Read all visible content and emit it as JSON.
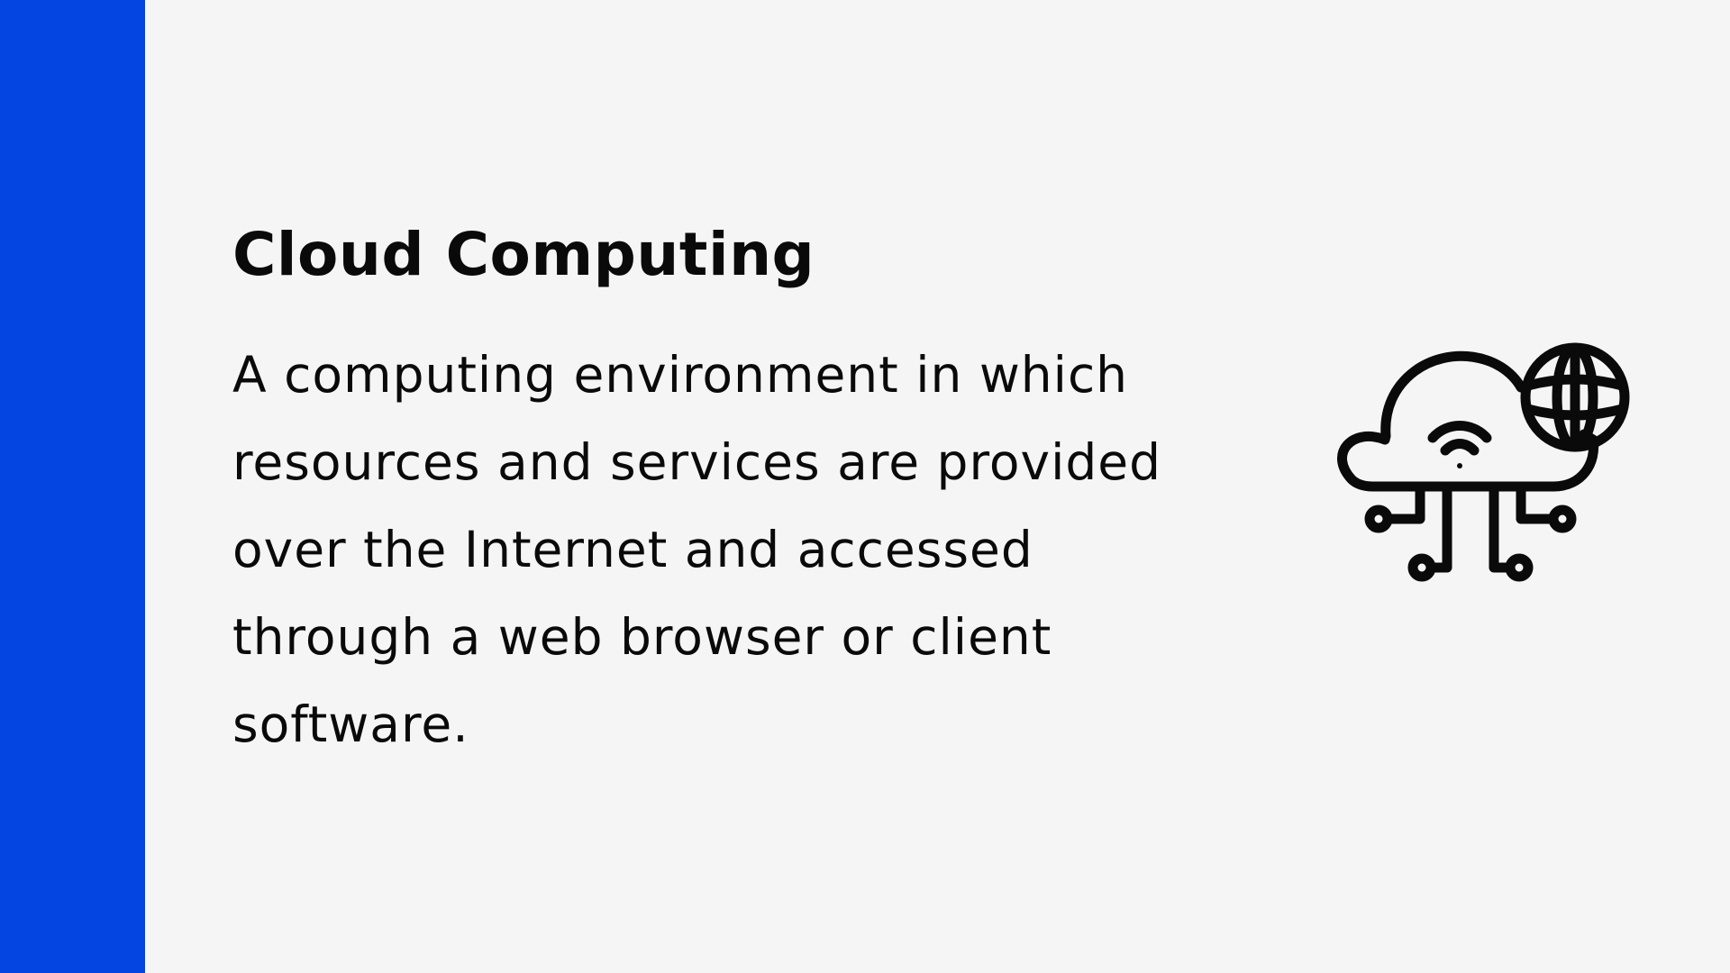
{
  "slide": {
    "title": "Cloud Computing",
    "body_lines": [
      "A computing environment in which",
      "resources and services are provided",
      "over the Internet and accessed",
      "through a web browser or client",
      "software."
    ],
    "icon": "cloud-network-globe-icon"
  },
  "colors": {
    "accent": "#0445e1",
    "background": "#f5f5f5",
    "text": "#0a0a0a"
  }
}
